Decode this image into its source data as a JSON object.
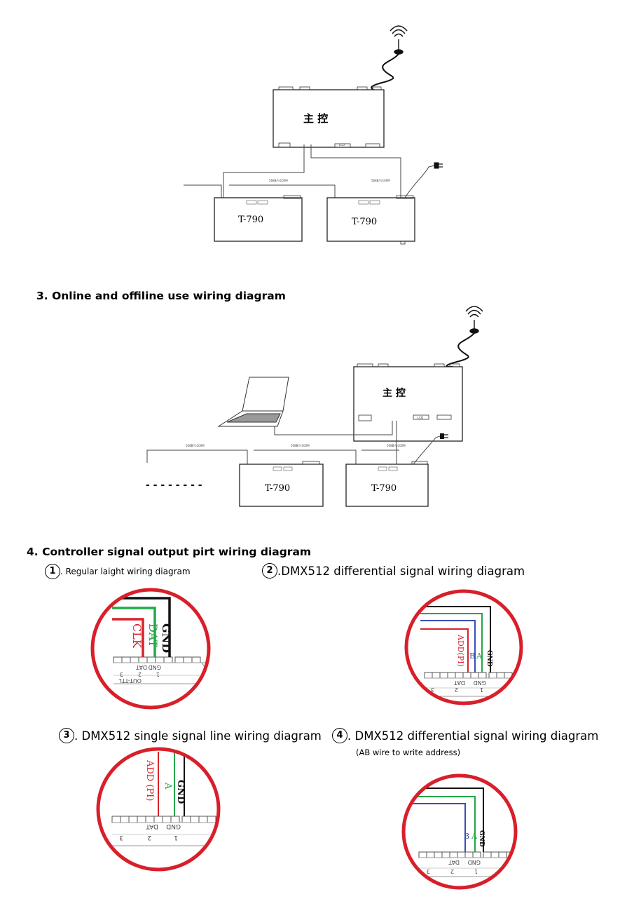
{
  "diagram1": {
    "master_label": "主  控",
    "master_ports": [
      "LCD"
    ],
    "cable_1": "568B/½100M",
    "cable_2": "568B/½100M",
    "slave_1": "T-790",
    "slave_2": "T-790"
  },
  "section3": {
    "heading": "3. Online and offiline use wiring diagram",
    "master_label": "主  控",
    "master_port": "LCD",
    "cable_1": "568B/½100M",
    "cable_2": "568B/½100M",
    "cable_3": "568B/½100M",
    "dashes": "- - - - - - - -",
    "slave_1": "T-790",
    "slave_2": "T-790"
  },
  "section4": {
    "heading": "4. Controller signal output pirt wiring diagram",
    "d1": {
      "num": "1",
      "title": ". Regular laight wiring diagram",
      "wires": [
        "CLK",
        "DAT",
        "GND"
      ],
      "pins": [
        "GND",
        "DAT",
        "1",
        "2",
        "3",
        "OUT-TTL"
      ]
    },
    "d2": {
      "num": "2",
      "title": ".DMX512 differential signal wiring diagram",
      "wires": [
        "ADD(PI)",
        "B",
        "A",
        "GND"
      ],
      "pins": [
        "GND",
        "DAT",
        "1",
        "2",
        "3"
      ]
    },
    "d3": {
      "num": "3",
      "title": ". DMX512 single signal line wiring diagram",
      "wires": [
        "ADD (PI)",
        "A",
        "GND"
      ],
      "pins": [
        "GND",
        "DAT",
        "1",
        "2",
        "3"
      ]
    },
    "d4": {
      "num": "4",
      "title": ". DMX512 differential signal wiring diagram",
      "note": "(AB wire to write address)",
      "wires": [
        "B",
        "A",
        "GND"
      ],
      "pins": [
        "GND",
        "DAT",
        "1",
        "2",
        "3"
      ]
    }
  },
  "colors": {
    "red_circle": "#d81f2a",
    "wire_red": "#d9232b",
    "wire_green": "#22a84a",
    "wire_blue": "#3b4fb5",
    "wire_black": "#111111"
  }
}
